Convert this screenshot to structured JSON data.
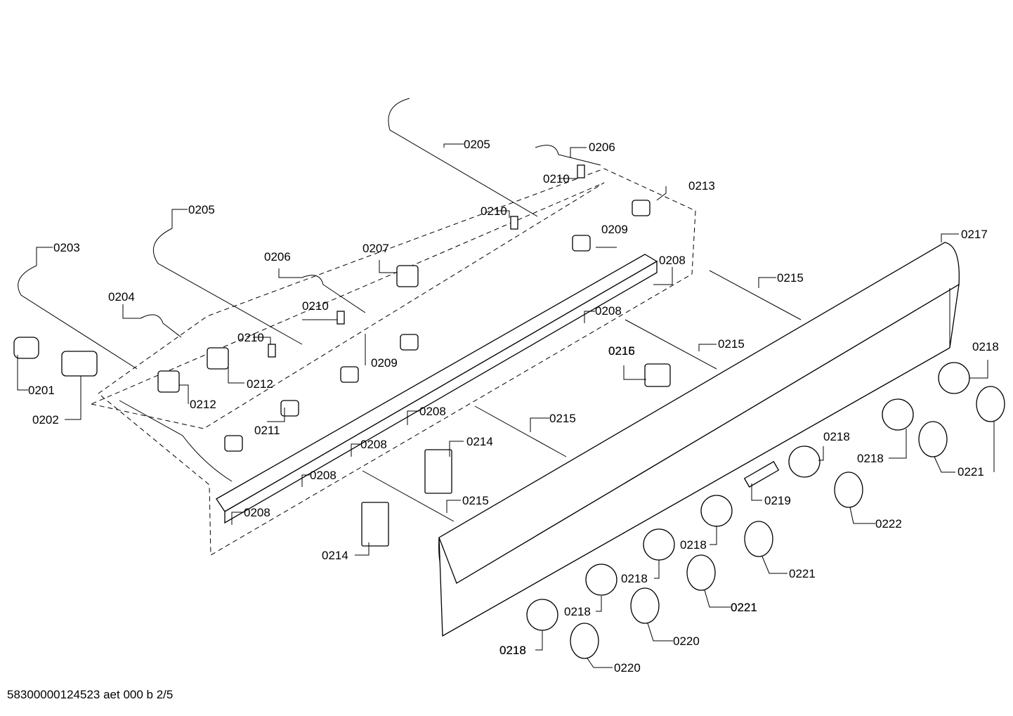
{
  "diagram": {
    "labels": [
      "0201",
      "0202",
      "0203",
      "0204",
      "0205",
      "0205",
      "0206",
      "0206",
      "0207",
      "0208",
      "0208",
      "0208",
      "0208",
      "0208",
      "0208",
      "0209",
      "0209",
      "0210",
      "0210",
      "0210",
      "0210",
      "0211",
      "0212",
      "0212",
      "0213",
      "0214",
      "0214",
      "0215",
      "0215",
      "0215",
      "0215",
      "0215",
      "0216",
      "0217",
      "0218",
      "0218",
      "0218",
      "0218",
      "0218",
      "0218",
      "0218",
      "0218",
      "0219",
      "0220",
      "0220",
      "0221",
      "0221",
      "0221",
      "0221",
      "0222"
    ]
  },
  "footer": {
    "text": "58300000124523 aet 000 b 2/5"
  }
}
